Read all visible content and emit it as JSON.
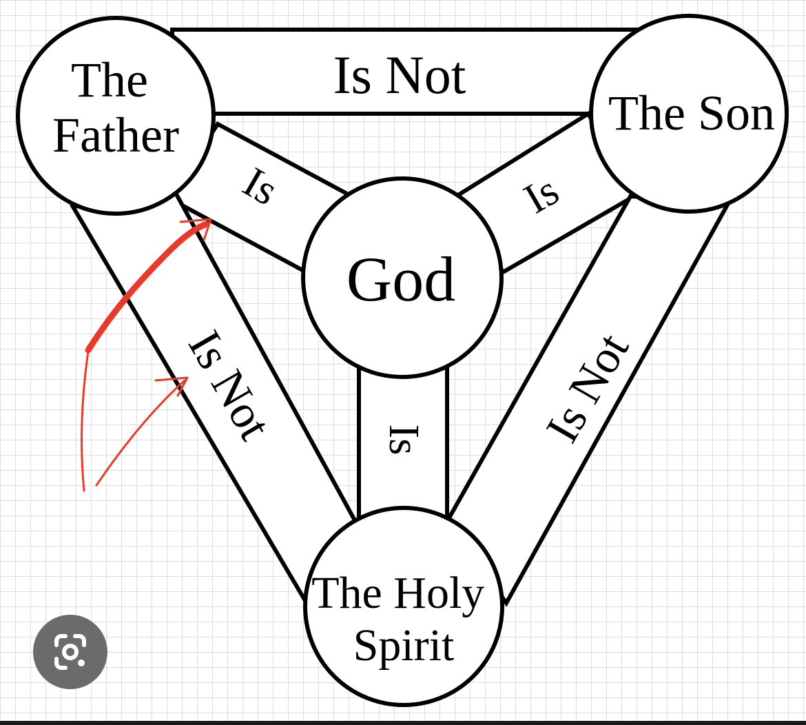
{
  "diagram": {
    "nodes": {
      "father": [
        "The",
        "Father"
      ],
      "son": [
        "The Son"
      ],
      "god": [
        "God"
      ],
      "spirit": [
        "The Holy",
        "Spirit"
      ]
    },
    "links": {
      "father_son": "Is Not",
      "father_god": "Is",
      "son_god": "Is",
      "spirit_god": "Is",
      "father_spirit": "Is Not",
      "son_spirit": "Is Not"
    }
  },
  "annotation": {
    "color": "#e8392b"
  },
  "lens_button": {
    "icon": "google-lens-icon",
    "background": "#6b6b6b"
  }
}
